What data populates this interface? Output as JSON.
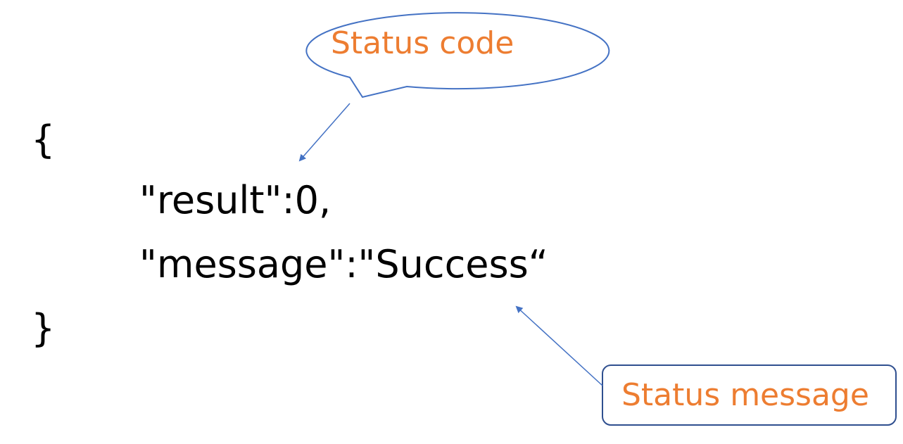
{
  "code": {
    "open_brace": "{",
    "line_result": "\"result\":0,",
    "line_message": "\"message\":\"Success“",
    "close_brace": "}"
  },
  "callouts": {
    "status_code": "Status code",
    "status_message": "Status message"
  },
  "colors": {
    "callout_text": "#ED7D31",
    "callout_border": "#4472C4",
    "arrow": "#4472C4",
    "code_text": "#000000"
  }
}
